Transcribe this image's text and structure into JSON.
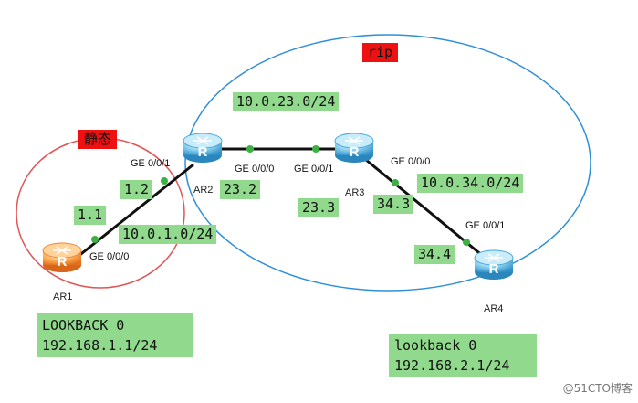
{
  "areas": {
    "static": {
      "label": "静态",
      "color": "#e05555"
    },
    "rip": {
      "label": "rip",
      "color": "#2f8fd8"
    }
  },
  "routers": [
    {
      "id": "ar1",
      "name": "AR1",
      "color": "orange"
    },
    {
      "id": "ar2",
      "name": "AR2",
      "color": "blue"
    },
    {
      "id": "ar3",
      "name": "AR3",
      "color": "blue"
    },
    {
      "id": "ar4",
      "name": "AR4",
      "color": "blue"
    }
  ],
  "interfaces": {
    "ar1_g000": "GE 0/0/0",
    "ar2_g001": "GE 0/0/1",
    "ar2_g000": "GE 0/0/0",
    "ar3_g001": "GE 0/0/1",
    "ar3_g000": "GE 0/0/0",
    "ar4_g001": "GE 0/0/1"
  },
  "addresses": {
    "ar1_host": "1.1",
    "ar2_left_host": "1.2",
    "net_12": "10.0.1.0/24",
    "ar2_right_host": "23.2",
    "ar3_left_host": "23.3",
    "net_23": "10.0.23.0/24",
    "ar3_right_host": "34.3",
    "net_34": "10.0.34.0/24",
    "ar4_host": "34.4"
  },
  "loopbacks": {
    "ar1": {
      "line1": "LOOKBACK 0",
      "line2": "192.168.1.1/24"
    },
    "ar4": {
      "line1": "lookback 0",
      "line2": "192.168.2.1/24"
    }
  },
  "colors": {
    "label_bg": "#90d98d",
    "area_label_bg": "#ee1111",
    "link": "#111111",
    "port_dot": "#3cb043"
  },
  "watermark": "@51CTO博客"
}
